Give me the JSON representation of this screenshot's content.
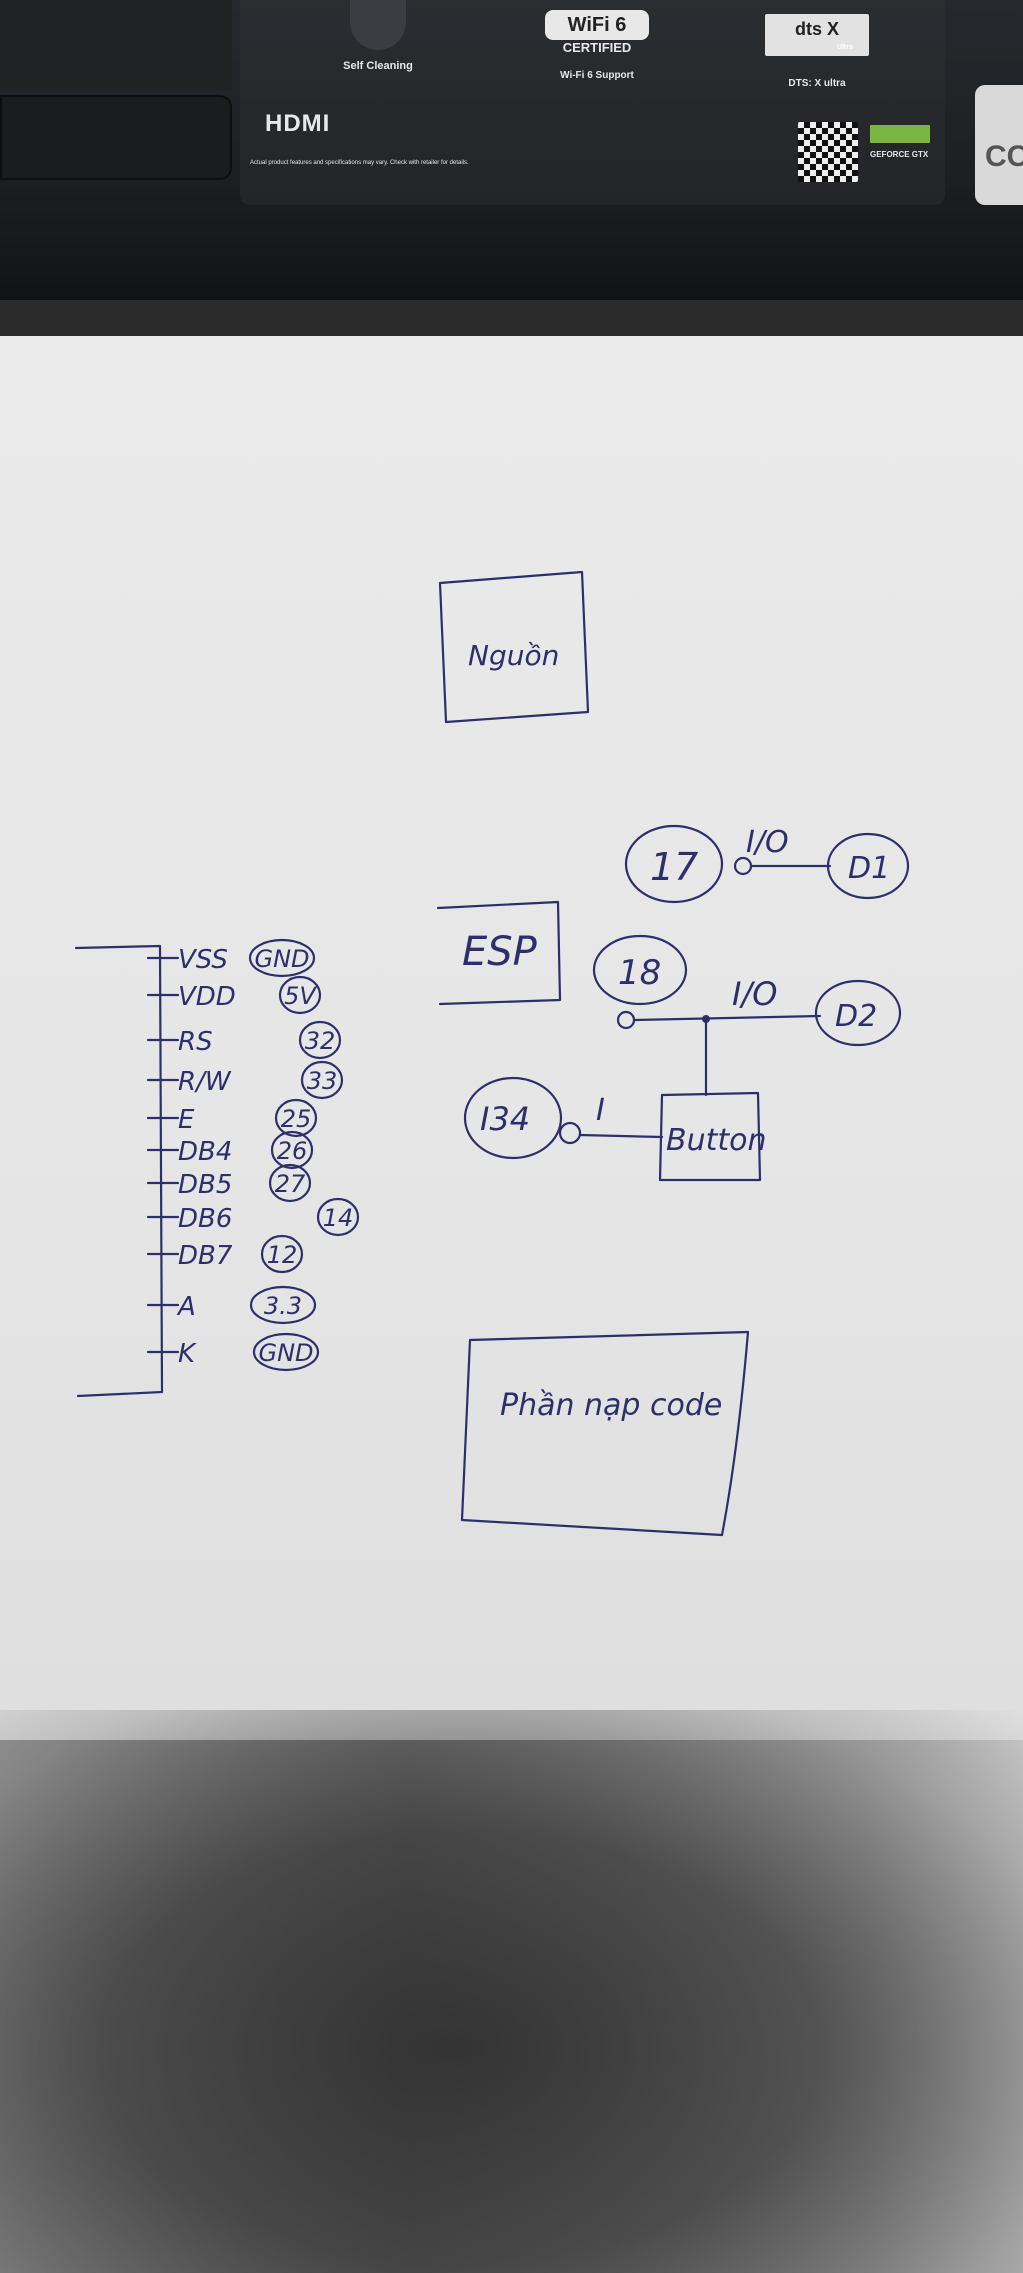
{
  "laptop_sticker": {
    "self_cleaning": "Self Cleaning",
    "wifi_logo": "WiFi 6",
    "wifi_certified": "CERTIFIED",
    "wifi_support": "Wi-Fi 6 Support",
    "dts_logo": "dts X",
    "dts_sub": "Ultra",
    "dts_caption": "DTS: X ultra",
    "hdmi_logo": "HDMI",
    "disclaimer": "Actual product features and specifications may vary. Check with retailer for details.",
    "geforce": "GEFORCE GTX",
    "edge_fragment": "CC"
  },
  "sketch": {
    "fan_box": "Nguồn",
    "esp_label": "ESP",
    "code_box": "Phần nạp code",
    "button_label": "Button",
    "pin17": "17",
    "pin18": "18",
    "pin34": "I34",
    "io1": "I/O",
    "io2": "I/O",
    "in_label": "I",
    "d1": "D1",
    "d2": "D2",
    "lcd_pins": [
      {
        "name": "VSS",
        "value": "GND"
      },
      {
        "name": "VDD",
        "value": "5V"
      },
      {
        "name": "RS",
        "value": "32"
      },
      {
        "name": "R/W",
        "value": "33"
      },
      {
        "name": "E",
        "value": "25"
      },
      {
        "name": "DB4",
        "value": "26"
      },
      {
        "name": "DB5",
        "value": "27"
      },
      {
        "name": "DB6",
        "value": "14"
      },
      {
        "name": "DB7",
        "value": "12"
      },
      {
        "name": "A",
        "value": "3.3"
      },
      {
        "name": "K",
        "value": "GND"
      }
    ]
  }
}
